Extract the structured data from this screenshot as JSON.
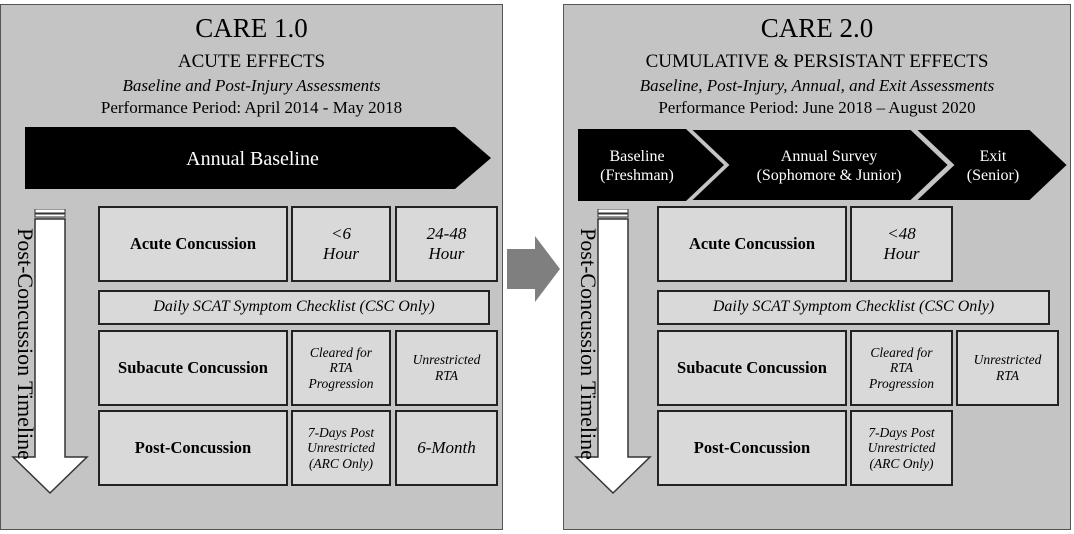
{
  "left": {
    "title": "CARE 1.0",
    "subtitle": "ACUTE EFFECTS",
    "assessments": "Baseline and Post-Injury Assessments",
    "period": "Performance Period: April 2014 - May 2018",
    "baseline_arrow": "Annual Baseline",
    "timeline_label": "Post-Concussion Timeline",
    "acute": {
      "label": "Acute Concussion",
      "t1": "<6\nHour",
      "t2": "24-48\nHour"
    },
    "scat": "Daily SCAT Symptom Checklist (CSC Only)",
    "subacute": {
      "label": "Subacute Concussion",
      "t1": "Cleared for\nRTA\nProgression",
      "t2": "Unrestricted\nRTA"
    },
    "post": {
      "label": "Post-Concussion",
      "t1": "7-Days Post\nUnrestricted\n(ARC Only)",
      "t2": "6-Month"
    }
  },
  "right": {
    "title": "CARE 2.0",
    "subtitle": "CUMULATIVE & PERSISTANT EFFECTS",
    "assessments": "Baseline, Post-Injury, Annual, and Exit Assessments",
    "period": "Performance Period: June 2018 – August 2020",
    "stages": [
      {
        "label": "Baseline\n(Freshman)"
      },
      {
        "label": "Annual Survey\n(Sophomore & Junior)"
      },
      {
        "label": "Exit\n(Senior)"
      }
    ],
    "timeline_label": "Post-Concussion Timeline",
    "acute": {
      "label": "Acute Concussion",
      "t1": "<48\nHour"
    },
    "scat": "Daily SCAT Symptom Checklist (CSC Only)",
    "subacute": {
      "label": "Subacute Concussion",
      "t1": "Cleared for\nRTA\nProgression",
      "t2": "Unrestricted\nRTA"
    },
    "post": {
      "label": "Post-Concussion",
      "t1": "7-Days Post\nUnrestricted\n(ARC Only)"
    }
  },
  "colors": {
    "panel": "#c4c4c4",
    "cell": "#d9d9d9",
    "arrow": "#000000",
    "connector": "#7f7f7f"
  }
}
